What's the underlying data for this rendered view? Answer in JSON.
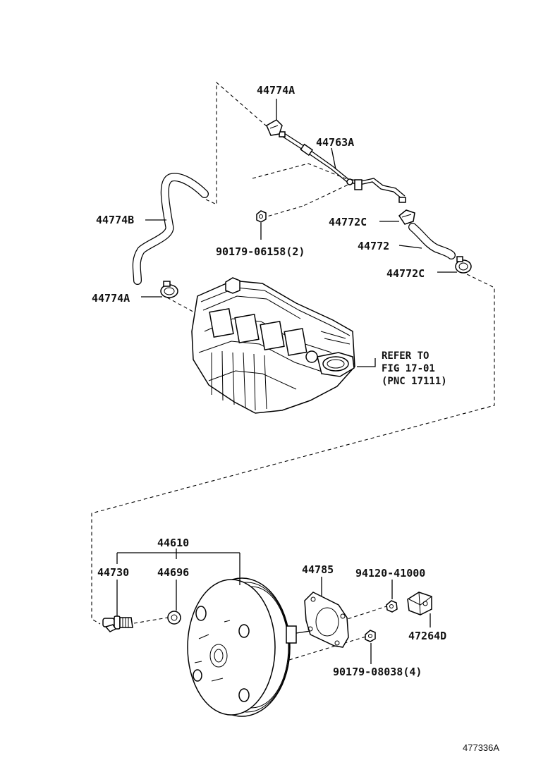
{
  "labels": {
    "p44774A_top": "44774A",
    "p44763A": "44763A",
    "p44774B": "44774B",
    "p44772C_top": "44772C",
    "p44772": "44772",
    "p90179_06158": "90179-06158(2)",
    "p44772C_bot": "44772C",
    "p44774A_left": "44774A",
    "p44610": "44610",
    "p44730": "44730",
    "p44696": "44696",
    "p44785": "44785",
    "p94120_41000": "94120-41000",
    "p47264D": "47264D",
    "p90179_08038": "90179-08038(4)"
  },
  "reference": {
    "line1": "REFER TO",
    "line2": "FIG 17-01",
    "line3": "(PNC 17111)"
  },
  "doc_id": "477336A"
}
